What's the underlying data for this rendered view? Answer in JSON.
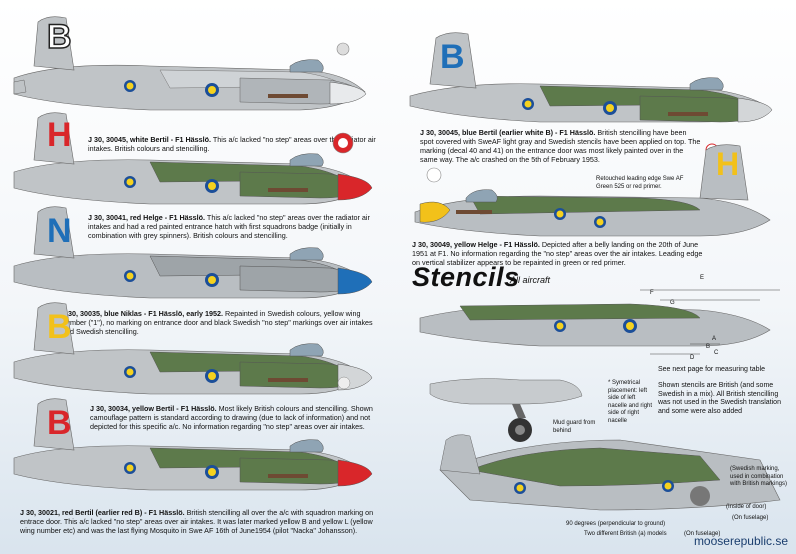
{
  "captions": {
    "c1": {
      "bold": "J 30, 30045, white Bertil - F1 Hässlö.",
      "text": " This a/c lacked \"no step\" areas over the radiator air intakes. British colours and stencilling."
    },
    "c2": {
      "bold": "J 30, 30041, red Helge - F1 Hässlö.",
      "text": " This a/c lacked \"no step\" areas over the radiator air intakes and had a red painted entrance hatch with first squadrons badge (initially in combination with grey spinners). British colours and stencilling."
    },
    "c3": {
      "bold": "J 30, 30035, blue Niklas - F1 Hässlö, early 1952.",
      "text": " Repainted in Swedish colours, yellow wing number (\"1\"), no marking on entrance door and black Swedish \"no step\" markings over air intakes and Swedish stencilling."
    },
    "c4": {
      "bold": "J 30, 30034, yellow Bertil - F1 Hässlö.",
      "text": " Most likely British colours and stencilling. Shown camouflage pattern is standard according to drawing (due to lack of information) and not depicted for this specific a/c. No information regarding \"no step\" areas over air intakes."
    },
    "c5": {
      "bold": "J 30, 30021, red Bertil (earlier red B) - F1 Hässlö.",
      "text": " British stencilling all over the a/c with squadron marking on entrace door. This a/c lacked \"no step\" areas over air intakes. It was later marked yellow B and yellow L (yellow wing number etc) and was the last flying Mosquito in Swe AF 16th of June1954 (pilot \"Nacka\" Johansson)."
    },
    "c6": {
      "bold": "J 30, 30045, blue Bertil (earlier white B) - F1 Hässlö.",
      "text": " British stencilling have been spot covered with SweAF light gray and Swedish stencils have been applied on top. The marking (decal 40 and 41) on the entrance door was most likely painted over in the same way. The a/c crashed on the 5th of February 1953."
    },
    "c7": {
      "bold": "J 30, 30049, yellow Helge - F1 Hässlö.",
      "text": " Depicted after a belly landing on the 20th of June 1951 at F1. No information regarding the \"no step\" areas over the air intakes. Leading edge on vertical stabilizer appears to be repainted in green or red primer."
    }
  },
  "tail_letters": {
    "a1": "B",
    "a2": "H",
    "a3": "N",
    "a4": "B",
    "a5": "B",
    "a6": "B",
    "a7": "H"
  },
  "stencils": {
    "title": "Stencils",
    "subtitle": "All aircraft",
    "retouched_note": "Retouched leading edge Swe AF Green 525 or red primer.",
    "measuring_note": "See next page for measuring table",
    "swedish_note": "Shown stencils are British (and some Swedish in a mix). All British stencilling was not used in the Swedish translation and some were also added",
    "symmetrical_note": "* Symetrical placement: left side of left nacelle and right side of right nacelle",
    "mudguard_note": "Mud guard from behind",
    "degrees_note": "90 degrees (perpendicular to ground)",
    "models_note": "Two different British (a) models",
    "fuselage_note": "(On fuselage)",
    "inside_door": "(Inside of door)",
    "on_fuselage2": "(On fuselage)",
    "swedish_marking": "(Swedish marking, used in combination with British markings)",
    "dim_letters": [
      "E",
      "F",
      "G",
      "A",
      "B",
      "C",
      "D"
    ]
  },
  "footer": "mooserepublic.se",
  "colors": {
    "green": "#5d7a4b",
    "grey": "#b9bec2",
    "light_grey": "#d3d6d8",
    "red": "#d9262a",
    "blue": "#1f6fb8",
    "yellow": "#f2c11a",
    "roundel_blue": "#1c4f99",
    "roundel_yellow": "#f5d21f"
  }
}
